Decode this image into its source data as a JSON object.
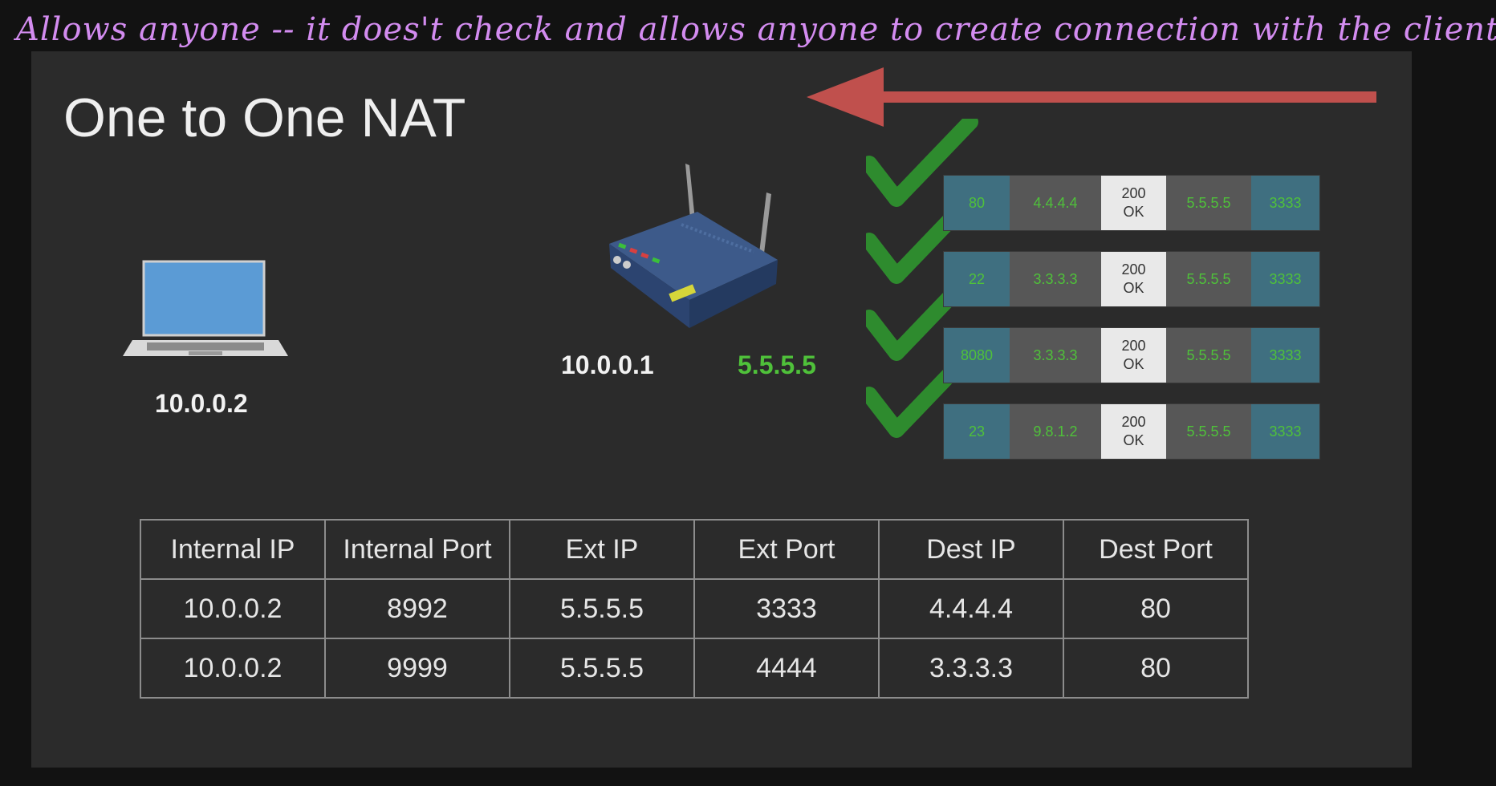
{
  "annotation": "Allows anyone -- it does't check and allows anyone to create connection with the client",
  "slide": {
    "title": "One to One NAT",
    "client_ip": "10.0.0.2",
    "router_internal_ip": "10.0.0.1",
    "router_external_ip": "5.5.5.5"
  },
  "packets": [
    {
      "src_port": "80",
      "src_ip": "4.4.4.4",
      "status_code": "200",
      "status_text": "OK",
      "dst_ip": "5.5.5.5",
      "dst_port": "3333"
    },
    {
      "src_port": "22",
      "src_ip": "3.3.3.3",
      "status_code": "200",
      "status_text": "OK",
      "dst_ip": "5.5.5.5",
      "dst_port": "3333"
    },
    {
      "src_port": "8080",
      "src_ip": "3.3.3.3",
      "status_code": "200",
      "status_text": "OK",
      "dst_ip": "5.5.5.5",
      "dst_port": "3333"
    },
    {
      "src_port": "23",
      "src_ip": "9.8.1.2",
      "status_code": "200",
      "status_text": "OK",
      "dst_ip": "5.5.5.5",
      "dst_port": "3333"
    }
  ],
  "nat_table": {
    "headers": [
      "Internal IP",
      "Internal Port",
      "Ext IP",
      "Ext Port",
      "Dest IP",
      "Dest Port"
    ],
    "rows": [
      [
        "10.0.0.2",
        "8992",
        "5.5.5.5",
        "3333",
        "4.4.4.4",
        "80"
      ],
      [
        "10.0.0.2",
        "9999",
        "5.5.5.5",
        "4444",
        "3.3.3.3",
        "80"
      ]
    ]
  },
  "colors": {
    "annotation": "#d38cf0",
    "accent_green": "#4fc13a",
    "arrow": "#c0504d",
    "check": "#2e8b2e"
  },
  "icons": [
    "laptop-icon",
    "router-icon",
    "left-arrow-icon",
    "checkmark-icon"
  ]
}
